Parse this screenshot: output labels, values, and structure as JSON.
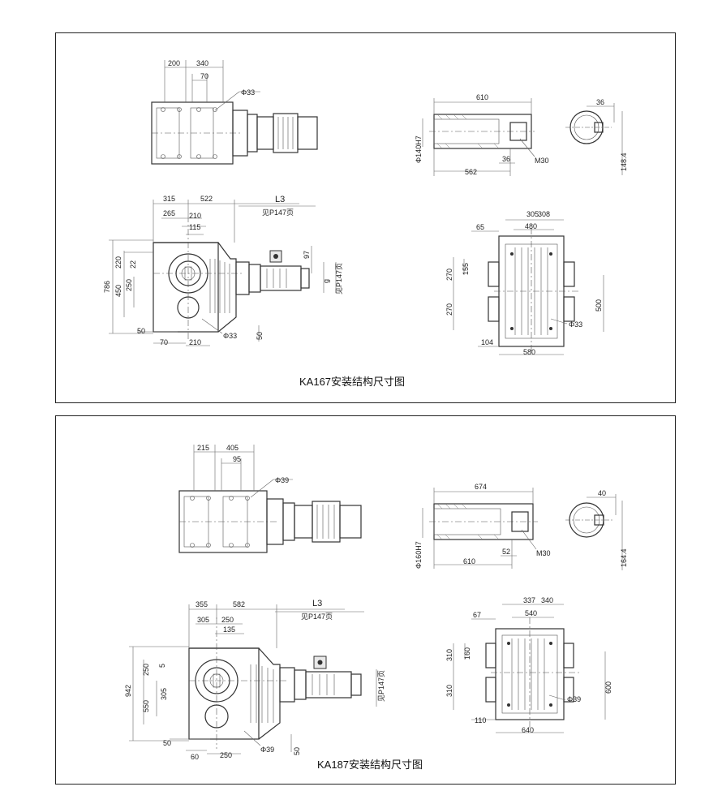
{
  "panels": [
    {
      "caption": "KA167安装结构尺寸图",
      "top_view": {
        "dims": [
          "200",
          "340",
          "70"
        ],
        "bolt": "Φ33"
      },
      "shaft_section": {
        "length": "610",
        "bore": "Φ140H7",
        "depth": "562",
        "key": "36",
        "thread": "M30"
      },
      "shaft_end": {
        "key_width": "36",
        "height": "148.4"
      },
      "side_view": {
        "top_dims": [
          "315",
          "522",
          "265",
          "210",
          "115"
        ],
        "motor_len": "L3",
        "motor_ref": "见P147页",
        "left_dims": [
          "786",
          "450",
          "250",
          "220",
          "22"
        ],
        "right_dims": [
          "97",
          "g",
          "见P147页"
        ],
        "bottom_dims": [
          "50",
          "70",
          "210",
          "50"
        ],
        "bolt": "Φ33"
      },
      "flange_view": {
        "top_dims": [
          "305",
          "308",
          "65",
          "480"
        ],
        "left_dims": [
          "270",
          "155",
          "270"
        ],
        "right_dim": "500",
        "bottom_dims": [
          "104",
          "580"
        ],
        "bolt": "Φ33"
      }
    },
    {
      "caption": "KA187安装结构尺寸图",
      "top_view": {
        "dims": [
          "215",
          "405",
          "95"
        ],
        "bolt": "Φ39"
      },
      "shaft_section": {
        "length": "674",
        "bore": "Φ160H7",
        "depth": "610",
        "key": "52",
        "thread": "M30"
      },
      "shaft_end": {
        "key_width": "40",
        "height": "164.4"
      },
      "side_view": {
        "top_dims": [
          "355",
          "582",
          "305",
          "250",
          "135"
        ],
        "motor_len": "L3",
        "motor_ref": "见P147页",
        "left_dims": [
          "942",
          "550",
          "305",
          "250",
          "5"
        ],
        "right_dims": [
          "见P147页"
        ],
        "bottom_dims": [
          "50",
          "60",
          "250",
          "50"
        ],
        "bolt": "Φ39"
      },
      "flange_view": {
        "top_dims": [
          "337",
          "340",
          "67",
          "540"
        ],
        "left_dims": [
          "310",
          "160",
          "310"
        ],
        "right_dim": "600",
        "bottom_dims": [
          "110",
          "640"
        ],
        "bolt": "Φ39"
      }
    }
  ]
}
